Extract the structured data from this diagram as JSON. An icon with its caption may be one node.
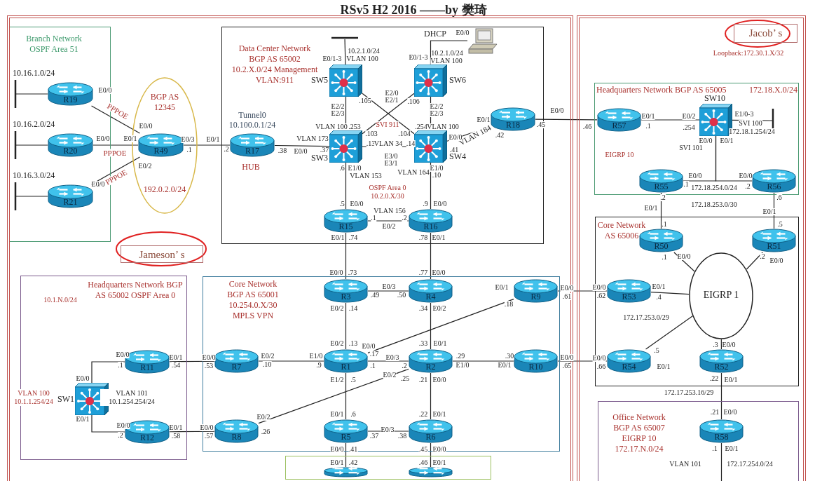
{
  "diagram": {
    "title": "RSv5 H2 2016 ——by 樊琦",
    "nodes": [
      {
        "text": [],
        "shape": "box"
      },
      {
        "text": [
          "Branch Network OSPF Area 51"
        ],
        "in": 0
      },
      {
        "text": [
          "10.16.1.0/24"
        ],
        "in": 1
      },
      {
        "text": [
          "R19"
        ],
        "in": 1
      },
      {
        "text": [
          "10.16.2.0/24"
        ],
        "in": 1
      },
      {
        "text": [
          "R20"
        ],
        "in": 1
      },
      {
        "text": [
          "10.16.3.0/24"
        ],
        "in": 1
      },
      {
        "text": [
          "R21"
        ],
        "in": 1
      },
      {
        "text": [
          "BGP AS 12345",
          "192.0.2.0/24"
        ],
        "in": 0
      },
      {
        "text": [
          "R49"
        ],
        "in": 8
      },
      {
        "text": [
          "Data Center Network BGP AS 65002 10.2.X.0/24 Management VLAN:911"
        ],
        "in": 0
      },
      {
        "text": [],
        "shape": "bar",
        "in": 10
      },
      {
        "text": [
          "SW5"
        ],
        "in": 10
      },
      {
        "text": [],
        "shape": "computer",
        "in": 10
      },
      {
        "text": [
          "SW6"
        ],
        "in": 10
      },
      {
        "text": [
          "R17"
        ],
        "beside": [
          "Tunnel0 10.100.0.1/24",
          "HUB"
        ],
        "in": 10
      },
      {
        "text": [
          "SW3"
        ],
        "in": 10
      },
      {
        "text": [
          "SW4"
        ],
        "in": 10
      },
      {
        "text": [
          "R18"
        ],
        "in": 10
      },
      {
        "text": [
          "R15"
        ],
        "in": 10
      },
      {
        "text": [
          "R16"
        ],
        "in": 10
      },
      {
        "text": [
          "Jameson’ s"
        ],
        "in": 0
      },
      {
        "text": [
          "Headquarters Network BGP AS 65002 OSPF Area 0"
        ],
        "in": 0
      },
      {
        "text": [
          "R11"
        ],
        "in": 22
      },
      {
        "text": [
          "SW1"
        ],
        "in": 22
      },
      {
        "text": [
          "R12"
        ],
        "in": 22
      },
      {
        "text": [
          "Core Network BGP AS 65001 10.254.0.X/30 MPLS VPN"
        ],
        "in": 0
      },
      {
        "text": [
          "R3"
        ],
        "in": 26
      },
      {
        "text": [
          "R4"
        ],
        "in": 26
      },
      {
        "text": [
          "R9"
        ],
        "in": 26
      },
      {
        "text": [
          "R7"
        ],
        "in": 26
      },
      {
        "text": [
          "R1"
        ],
        "in": 26
      },
      {
        "text": [
          "R2"
        ],
        "in": 26
      },
      {
        "text": [
          "R10"
        ],
        "in": 26
      },
      {
        "text": [
          "R8"
        ],
        "in": 26
      },
      {
        "text": [
          "R5"
        ],
        "in": 26
      },
      {
        "text": [
          "R6"
        ],
        "in": 26
      },
      {
        "text": [],
        "shape": "box",
        "in": 0
      },
      {
        "text": [],
        "shape": "cylinder",
        "in": 37
      },
      {
        "text": [],
        "shape": "cylinder",
        "in": 37
      },
      {
        "text": [],
        "shape": "box"
      },
      {
        "text": [
          "Jacob’ s"
        ],
        "in": 40
      },
      {
        "text": [
          "Headquarters Network BGP AS 65005",
          "172.18.X.0/24"
        ],
        "in": 40
      },
      {
        "text": [
          "R57"
        ],
        "in": 42
      },
      {
        "text": [
          "SW10"
        ],
        "in": 42
      },
      {
        "text": [],
        "shape": "bar",
        "in": 42
      },
      {
        "text": [
          "R55"
        ],
        "in": 42
      },
      {
        "text": [
          "R56"
        ],
        "in": 42
      },
      {
        "text": [
          "Core Network AS 65006"
        ],
        "in": 40
      },
      {
        "text": [
          "R50"
        ],
        "in": 48
      },
      {
        "text": [
          "R51"
        ],
        "in": 48
      },
      {
        "text": [
          "EIGRP 1"
        ],
        "in": 48
      },
      {
        "text": [
          "R53"
        ],
        "in": 48
      },
      {
        "text": [
          "R54"
        ],
        "in": 48
      },
      {
        "text": [
          "R52"
        ],
        "in": 48
      },
      {
        "text": [
          "Office Network BGP AS 65007 EIGRP 10 172.17.N.0/24"
        ],
        "in": 40
      },
      {
        "text": [
          "R58"
        ],
        "in": 55
      }
    ],
    "edges": [
      {
        "from": 3,
        "to": 2,
        "arrow": "none"
      },
      {
        "from": 5,
        "to": 4,
        "arrow": "none"
      },
      {
        "from": 7,
        "to": 6,
        "arrow": "none"
      },
      {
        "from": 3,
        "to": 9,
        "arrow": "none",
        "label": "PPPOE"
      },
      {
        "from": 5,
        "to": 9,
        "arrow": "none",
        "label": "PPPOE"
      },
      {
        "from": 7,
        "to": 9,
        "arrow": "none",
        "label": "PPPOE"
      },
      {
        "from": 9,
        "to": 15,
        "arrow": "none"
      },
      {
        "from": 15,
        "to": 16,
        "arrow": "none"
      },
      {
        "from": 12,
        "to": 11,
        "arrow": "none"
      },
      {
        "from": 14,
        "to": 13,
        "arrow": "none"
      },
      {
        "from": 12,
        "to": 16,
        "arrow": "none"
      },
      {
        "from": 14,
        "to": 17,
        "arrow": "none"
      },
      {
        "from": 12,
        "to": 17,
        "arrow": "none"
      },
      {
        "from": 14,
        "to": 16,
        "arrow": "none"
      },
      {
        "from": 16,
        "to": 17,
        "arrow": "none"
      },
      {
        "from": 17,
        "to": 18,
        "arrow": "none",
        "label": "VLAN 184"
      },
      {
        "from": 16,
        "to": 19,
        "arrow": "none"
      },
      {
        "from": 17,
        "to": 20,
        "arrow": "none"
      },
      {
        "from": 19,
        "to": 20,
        "arrow": "none"
      },
      {
        "from": 18,
        "to": 43,
        "arrow": "none"
      },
      {
        "from": 19,
        "to": 27,
        "arrow": "none"
      },
      {
        "from": 20,
        "to": 28,
        "arrow": "none"
      },
      {
        "from": 24,
        "to": 23,
        "arrow": "none"
      },
      {
        "from": 24,
        "to": 25,
        "arrow": "none"
      },
      {
        "from": 23,
        "to": 30,
        "arrow": "none"
      },
      {
        "from": 25,
        "to": 34,
        "arrow": "none"
      },
      {
        "from": 27,
        "to": 28,
        "arrow": "none"
      },
      {
        "from": 27,
        "to": 31,
        "arrow": "none"
      },
      {
        "from": 28,
        "to": 32,
        "arrow": "none"
      },
      {
        "from": 31,
        "to": 29,
        "arrow": "none"
      },
      {
        "from": 30,
        "to": 31,
        "arrow": "none"
      },
      {
        "from": 31,
        "to": 32,
        "arrow": "none"
      },
      {
        "from": 32,
        "to": 33,
        "arrow": "none"
      },
      {
        "from": 32,
        "to": 34,
        "arrow": "none"
      },
      {
        "from": 31,
        "to": 35,
        "arrow": "none"
      },
      {
        "from": 32,
        "to": 36,
        "arrow": "none"
      },
      {
        "from": 35,
        "to": 36,
        "arrow": "none"
      },
      {
        "from": 35,
        "to": 38,
        "arrow": "none"
      },
      {
        "from": 36,
        "to": 39,
        "arrow": "none"
      },
      {
        "from": 29,
        "to": 52,
        "arrow": "none"
      },
      {
        "from": 33,
        "to": 53,
        "arrow": "none"
      },
      {
        "from": 43,
        "to": 44,
        "arrow": "none"
      },
      {
        "from": 44,
        "to": 45,
        "arrow": "none"
      },
      {
        "from": 44,
        "to": 46,
        "arrow": "none"
      },
      {
        "from": 44,
        "to": 47,
        "arrow": "none"
      },
      {
        "from": 46,
        "to": 49,
        "arrow": "none"
      },
      {
        "from": 47,
        "to": 50,
        "arrow": "none"
      },
      {
        "from": 49,
        "to": 51,
        "arrow": "none"
      },
      {
        "from": 50,
        "to": 51,
        "arrow": "none"
      },
      {
        "from": 52,
        "to": 51,
        "arrow": "none"
      },
      {
        "from": 53,
        "to": 51,
        "arrow": "none"
      },
      {
        "from": 54,
        "to": 51,
        "arrow": "none"
      },
      {
        "from": 54,
        "to": 56,
        "arrow": "none"
      },
      {
        "from": 56,
        "to": null,
        "arrow": "none"
      }
    ],
    "labels": [
      "E0/0",
      "E0/0",
      "E0/0",
      "E0/1",
      "E0/3",
      ".1",
      "E0/2",
      "E0/0",
      "E0/1-3",
      "10.2.1.0/24",
      "VLAN 100",
      "DHCP",
      "E0/0",
      "E0/1-3",
      "10.2.1.0/24",
      "VLAN 100",
      "E2/0",
      ".105",
      "E2/1",
      ".106",
      "E2/2",
      "E2/3",
      "E2/2",
      "E2/3",
      "E0/1",
      ".2",
      ".38",
      "E0/0",
      "VLAN 173",
      ".37",
      "VLAN 100",
      ".253",
      "SVI 911",
      ".103",
      ".104",
      ".254",
      "VLAN 100",
      ".13",
      "VLAN 34",
      ".14",
      "E3/0",
      "E3/1",
      "E0/0",
      "E0/1",
      ".42",
      ".41",
      ".45",
      "E0/0",
      ".6",
      "E1/0",
      "VLAN 153",
      "VLAN 164",
      "E1/0",
      ".10",
      "OSPF Area 0 10.2.0.X/30",
      ".5",
      "E0/0",
      ".9",
      "E0/0",
      "VLAN 156",
      ".1",
      ".2",
      "E0/2",
      "E0/1",
      ".74",
      ".78",
      "E0/1",
      "10.1.N.0/24",
      "E0/0",
      ".1",
      "E0/1",
      ".54",
      "E0/0",
      "VLAN 100 10.1.1.254/24",
      "VLAN 101 10.1.254.254/24",
      "E0/1",
      "E0/0",
      ".2",
      "E0/1",
      ".58",
      "E0/0",
      ".73",
      ".77",
      "E0/0",
      "E0/3",
      ".49",
      ".50",
      "E0/1",
      ".18",
      "E0/0",
      ".61",
      "E0/2",
      ".14",
      ".34",
      "E0/2",
      "E0/0",
      ".53",
      "E0/2",
      ".10",
      "E1/0",
      ".9",
      "E0/2",
      ".13",
      "E0/0",
      ".17",
      ".33",
      "E0/1",
      "E0/3",
      ".1",
      ".2",
      ".29",
      "E1/0",
      ".30",
      "E0/1",
      "E0/0",
      ".65",
      "E1/2",
      ".5",
      "E0/2",
      ".25",
      ".21",
      "E0/0",
      "E0/1",
      ".6",
      ".22",
      "E0/1",
      "E0/2",
      "E0/0",
      ".57",
      ".26",
      "E0/3",
      ".37",
      ".38",
      "E0/0",
      ".41",
      ".45",
      "E0/0",
      "E0/1",
      ".42",
      ".46",
      "E0/1",
      "Loopback:172.30.1.X/32",
      ".46",
      "E0/1",
      ".1",
      "E0/2",
      ".254",
      "E1/0-3",
      "SVI 100",
      "172.18.1.254/24",
      "E0/0",
      "E0/1",
      "SVI 101",
      "EIGRP 10",
      "E0/0",
      ".1",
      "172.18.254.0/24",
      "E0/0",
      ".2",
      ".2",
      ".6",
      "172.18.253.0/30",
      "E0/1",
      "E0/1",
      ".1",
      ".5",
      ".1",
      "E0/0",
      ".2",
      "E0/0",
      "E0/0",
      ".62",
      "E0/1",
      ".4",
      "172.17.253.0/29",
      ".5",
      "E0/0",
      ".66",
      "E0/1",
      ".3",
      "E0/0",
      ".22",
      "E0/1",
      "172.17.253.16/29",
      ".21",
      "E0/0",
      ".1",
      "E0/1",
      "VLAN 101",
      "172.17.254.0/24"
    ]
  }
}
